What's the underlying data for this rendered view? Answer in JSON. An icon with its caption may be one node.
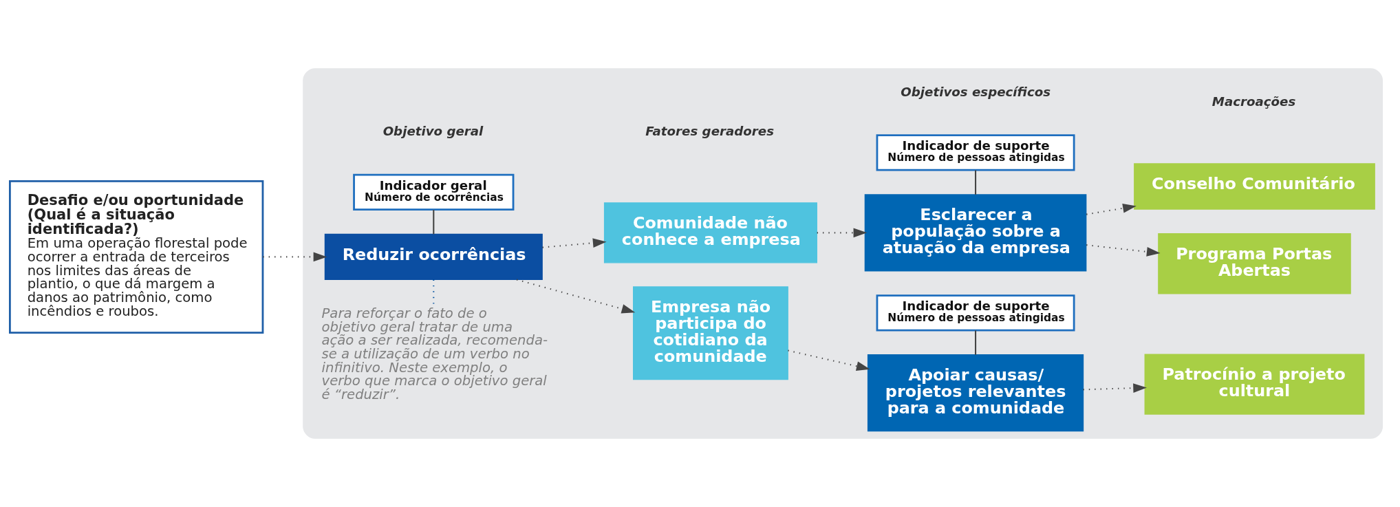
{
  "diagram": {
    "nodes": [
      {
        "text": [
          "Desafio e/ou oportunidade (Qual é a situação identificada?)",
          "Em uma operação florestal pode ocorrer a entrada de terceiros nos limites das áreas de plantio, o que dá margem a danos ao patrimônio, como incêndios e roubos."
        ]
      },
      {
        "text": [],
        "shape": "box"
      },
      {
        "text": [
          "Para reforçar o fato de o objetivo geral tratar de uma ação a ser realizada, recomenda-se a utilização de um verbo no infinitivo. Neste exemplo, o verbo que marca o objetivo geral é “reduzir”."
        ],
        "in": 1
      },
      {
        "text": [
          "Reduzir ocorrências"
        ],
        "in": 1
      },
      {
        "text": [
          "Indicador geral",
          "Número de ocorrências"
        ],
        "in": 1
      },
      {
        "text": [
          "Comunidade não conhece a empresa"
        ],
        "in": 1
      },
      {
        "text": [
          "Empresa não participa do cotidiano da comunidade"
        ],
        "in": 1
      },
      {
        "text": [
          "Esclarecer a população sobre a atuação da empresa"
        ],
        "in": 1
      },
      {
        "text": [
          "Indicador de suporte",
          "Número de pessoas atingidas"
        ],
        "in": 1
      },
      {
        "text": [
          "Apoiar causas/ projetos relevantes para a comunidade"
        ],
        "in": 1
      },
      {
        "text": [
          "Indicador de suporte",
          "Número de pessoas atingidas"
        ],
        "in": 1
      },
      {
        "text": [
          "Programa Portas Abertas"
        ],
        "in": 1
      },
      {
        "text": [
          "Conselho Comunitário"
        ],
        "in": 1
      },
      {
        "text": [
          "Patrocínio a projeto cultural"
        ],
        "in": 1
      }
    ],
    "edges": [
      {
        "from": 0,
        "to": 3,
        "arrow": "to",
        "style": "dashed"
      },
      {
        "from": 2,
        "to": 3,
        "arrow": "none",
        "style": "dashed",
        "color": "#0050a0"
      },
      {
        "from": 3,
        "to": 4,
        "arrow": "none"
      },
      {
        "from": 3,
        "to": 5,
        "arrow": "to",
        "style": "dashed"
      },
      {
        "from": 3,
        "to": 6,
        "arrow": "to",
        "style": "dashed"
      },
      {
        "from": 5,
        "to": 7,
        "arrow": "to",
        "style": "dashed"
      },
      {
        "from": 6,
        "to": 9,
        "arrow": "to",
        "style": "dashed"
      },
      {
        "from": 7,
        "to": 8,
        "arrow": "none"
      },
      {
        "from": 9,
        "to": 10,
        "arrow": "none"
      },
      {
        "from": 7,
        "to": 11,
        "arrow": "to",
        "style": "dashed"
      },
      {
        "from": 7,
        "to": 12,
        "arrow": "to",
        "style": "dashed"
      },
      {
        "from": 9,
        "to": 13,
        "arrow": "to",
        "style": "dashed"
      }
    ],
    "labels": [
      "Objetivo geral",
      "Fatores geradores",
      "Objetivos específicos",
      "Macroações"
    ]
  }
}
